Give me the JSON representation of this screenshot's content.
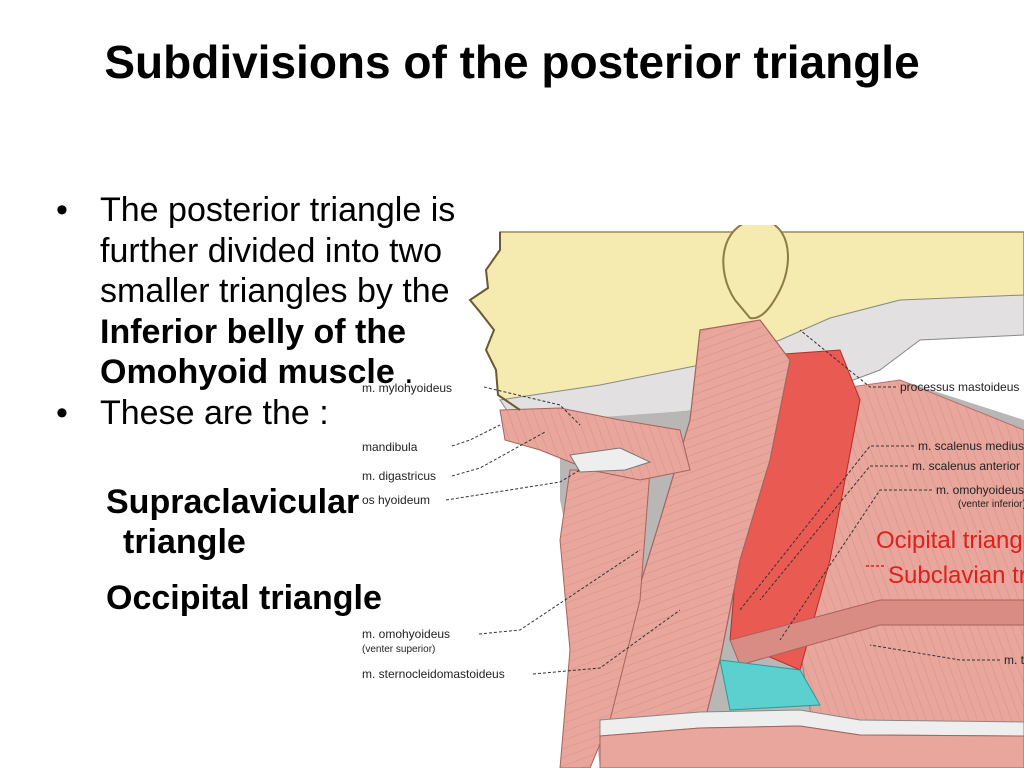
{
  "slide": {
    "title": "Subdivisions of the posterior triangle",
    "bullets": [
      {
        "marker": "•",
        "parts": [
          {
            "text": "The posterior triangle is further divided into two smaller triangles by the ",
            "bold": false
          },
          {
            "text": "Inferior belly of the Omohyoid muscle",
            "bold": true
          },
          {
            "text": " .",
            "bold": false
          }
        ]
      },
      {
        "marker": "•",
        "parts": [
          {
            "text": "These are the :",
            "bold": false
          }
        ]
      }
    ],
    "subitems": {
      "supraclavicular_line1": "Supraclavicular",
      "supraclavicular_line2": "triangle",
      "occipital": "Occipital triangle"
    }
  },
  "figure": {
    "left_labels": {
      "mylohyoideus": "m. mylohyoideus",
      "mandibula": "mandibula",
      "digastricus": "m. digastricus",
      "hyoideum": "os hyoideum",
      "omohyoideus": "m. omohyoideus",
      "omohyoideus_sub": "(venter superior)",
      "sternocleido": "m. sternocleidomastoideus"
    },
    "right_labels": {
      "mastoid": "processus mastoideus",
      "scalenus_medius": "m. scalenus medius",
      "scalenus_anterior": "m. scalenus anterior",
      "omohyoideus": "m. omohyoideus",
      "omohyoideus_sub": "(venter inferior)",
      "trapezius": "m. trapezius"
    },
    "triangle_labels": {
      "occipital": "Ocipital triangle",
      "subclavian": "Subclavian triangle"
    },
    "colors": {
      "skin": "#f5eab0",
      "muscle": "#e8a69c",
      "muscle_dark": "#c97c74",
      "scalenus": "#e85a52",
      "bone_band": "#e2e0e0",
      "teal": "#5ccfcf",
      "triangle_text": "#e0201c"
    }
  }
}
